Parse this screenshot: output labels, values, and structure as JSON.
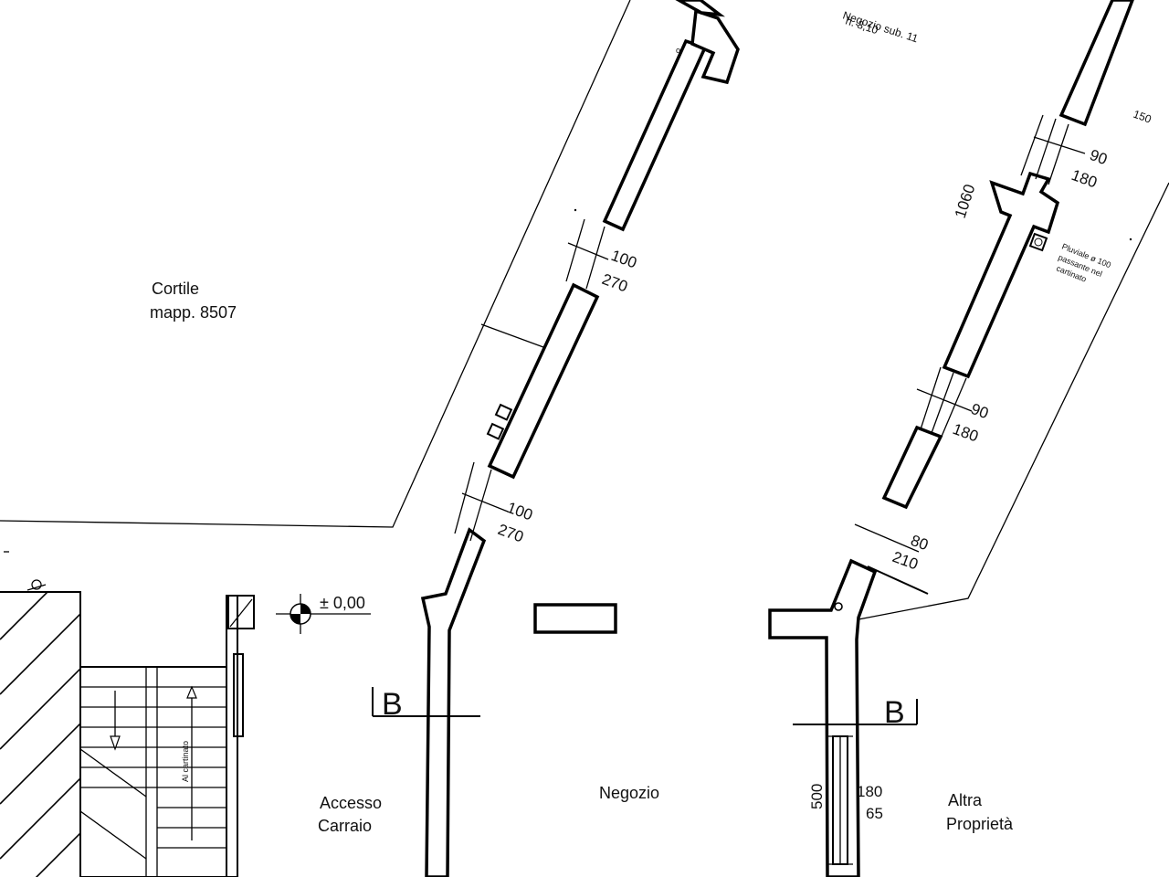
{
  "labels": {
    "cortile": "Cortile",
    "mapp": "mapp. 8507",
    "negozio_sub": "Negozio sub. 11",
    "negozio_h": "h. 3,10",
    "negozio": "Negozio",
    "accesso": "Accesso",
    "carraio": "Carraio",
    "altra": "Altra",
    "proprieta": "Proprietà",
    "quota": "± 0,00",
    "section_left": "B",
    "section_right": "B",
    "pluviale_1": "Pluviale ø 100",
    "pluviale_2": "passante nel",
    "pluviale_3": "cartinato",
    "cavedio": "Al cartinato"
  },
  "dimensions": {
    "d_150": "150",
    "d_1060": "1060",
    "d_500": "500",
    "window_upper_right": {
      "width": "90",
      "height": "180"
    },
    "window_lower_right": {
      "width": "90",
      "height": "180"
    },
    "window_upper_left": {
      "width": "100",
      "height": "270"
    },
    "window_lower_left": {
      "width": "100",
      "height": "270"
    },
    "door_right": {
      "width": "80",
      "height": "210"
    },
    "window_bottom_right": {
      "width": "180",
      "height": "65"
    }
  }
}
